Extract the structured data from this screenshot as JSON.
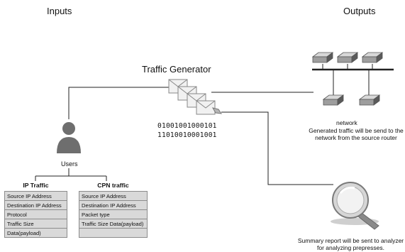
{
  "labels": {
    "inputs": "Inputs",
    "outputs": "Outputs",
    "generator": "Traffic Generator",
    "users": "Users",
    "network": "network",
    "network_desc": "Generated traffic will be send to the network from the source router",
    "summary_desc": "Summary report will be sent to analyzer for analyzing prepresses."
  },
  "binary": [
    "01001001000101",
    "11010010001001"
  ],
  "ip_table": {
    "title": "IP Traffic",
    "rows": [
      "Source IP Address",
      "Destination IP Address",
      "Protocol",
      "Traffic Size",
      "Data(payload)"
    ]
  },
  "cpn_table": {
    "title": "CPN traffic",
    "rows": [
      "Source IP Address",
      "Destination IP Address",
      "Packet type",
      "Traffic Size Data(payload)",
      ""
    ]
  }
}
